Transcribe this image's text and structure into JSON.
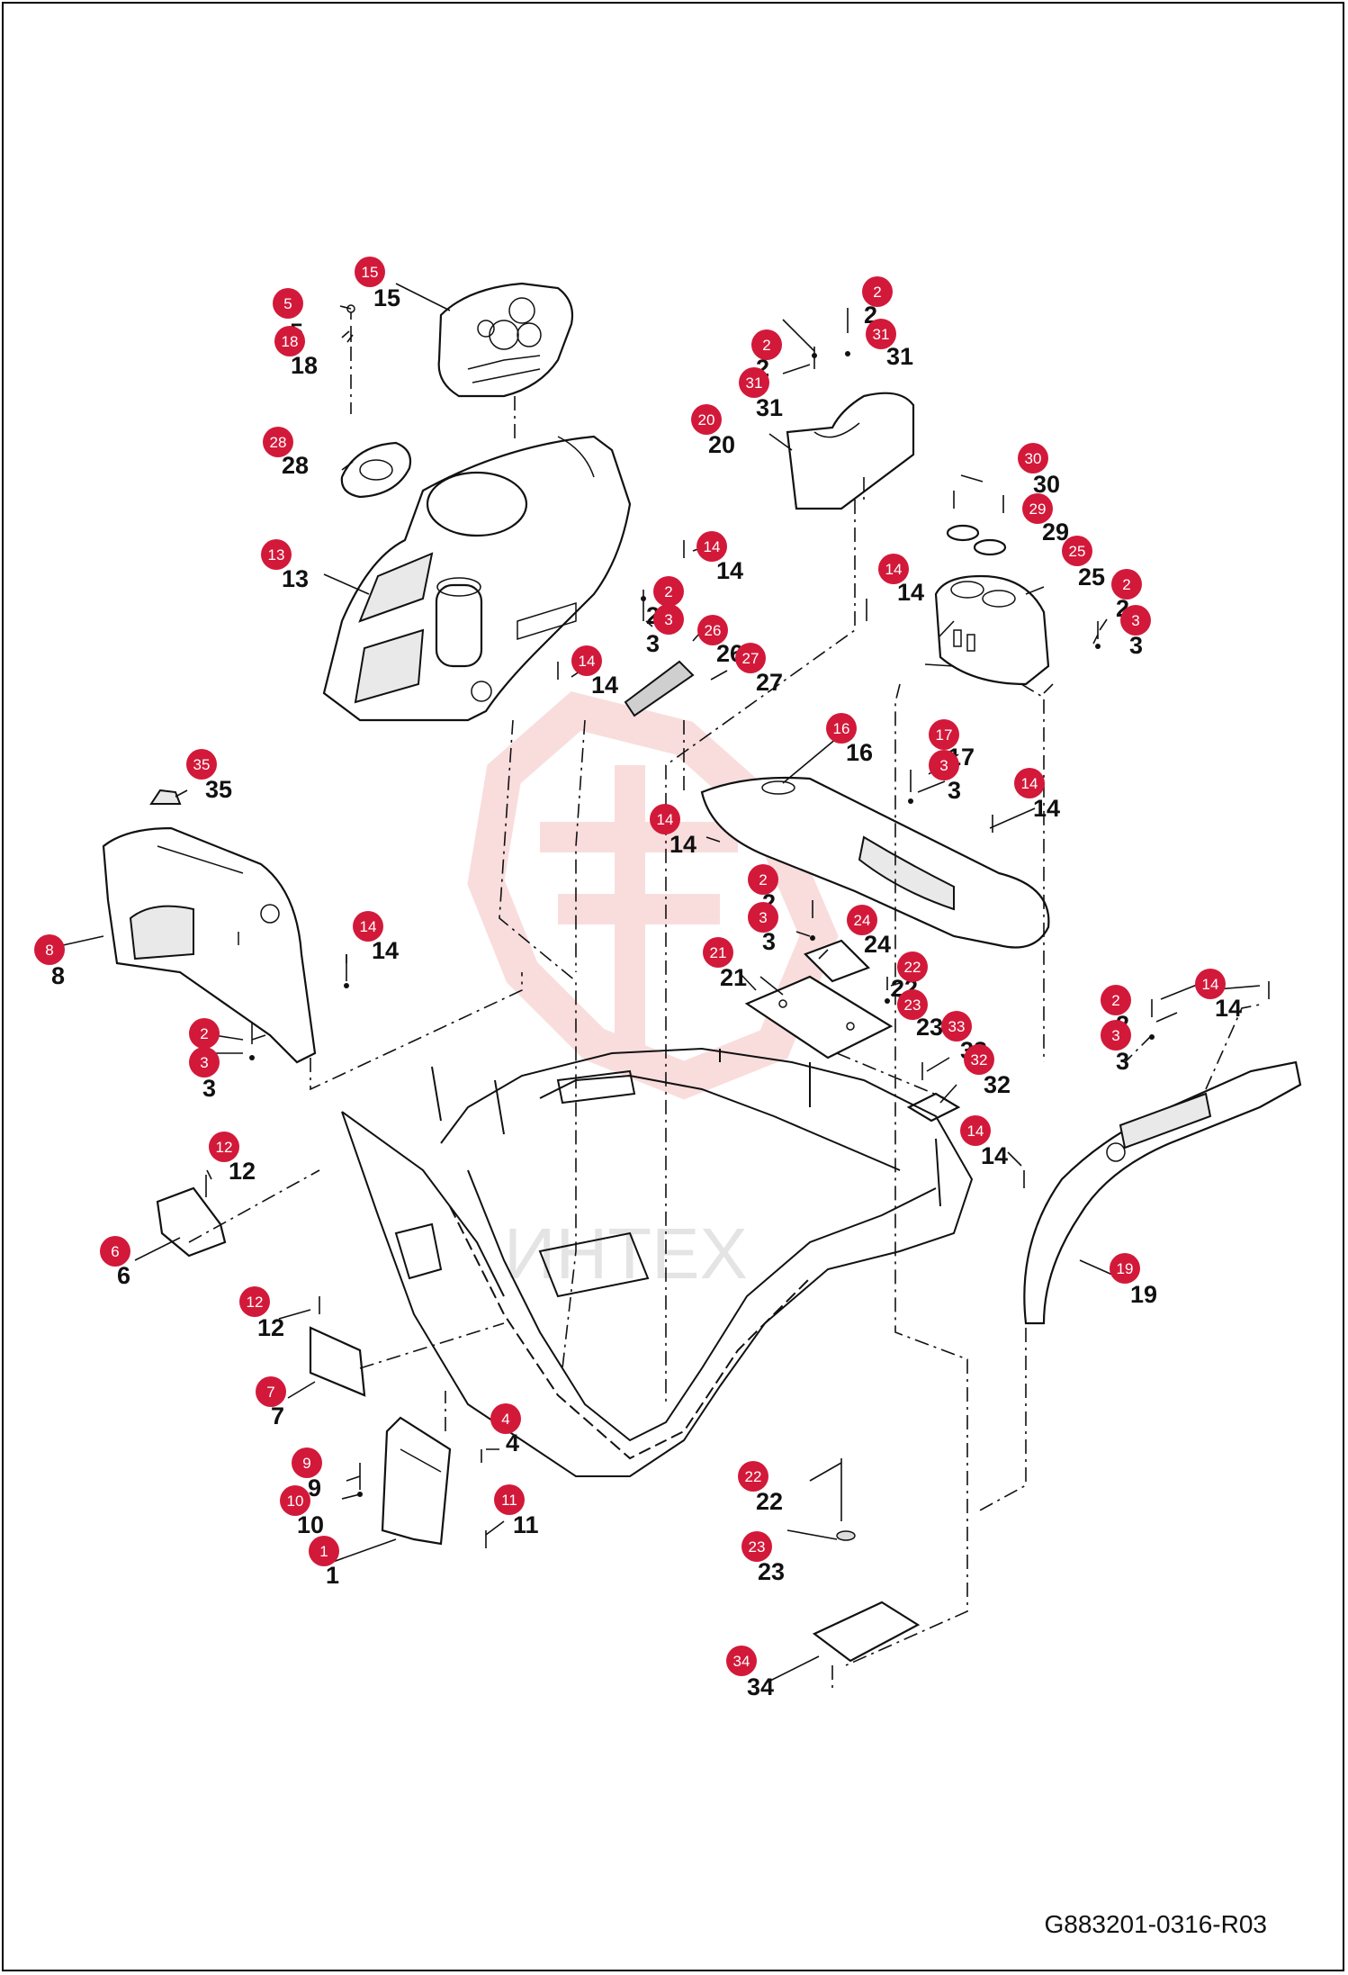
{
  "document": {
    "drawing_code": "G883201-0316-R03",
    "watermark_text": "ИНТЕХ"
  },
  "colors": {
    "badge": "#d2193a",
    "line": "#111111",
    "watermark": "#f0c8c8"
  },
  "callouts": [
    {
      "id": "c15",
      "badge": "15",
      "label": "15"
    },
    {
      "id": "c5",
      "badge": "5",
      "label": "5"
    },
    {
      "id": "c18",
      "badge": "18",
      "label": "18"
    },
    {
      "id": "c28",
      "badge": "28",
      "label": "28"
    },
    {
      "id": "c13",
      "badge": "13",
      "label": "13"
    },
    {
      "id": "c14a",
      "badge": "14",
      "label": "14"
    },
    {
      "id": "c2a",
      "badge": "2",
      "label": "2"
    },
    {
      "id": "c3a",
      "badge": "3",
      "label": "3"
    },
    {
      "id": "c26",
      "badge": "26",
      "label": "26"
    },
    {
      "id": "c27",
      "badge": "27",
      "label": "27"
    },
    {
      "id": "c14b",
      "badge": "14",
      "label": "14"
    },
    {
      "id": "c2b",
      "badge": "2",
      "label": "2"
    },
    {
      "id": "c31a",
      "badge": "31",
      "label": "31"
    },
    {
      "id": "c2c",
      "badge": "2",
      "label": "2"
    },
    {
      "id": "c31b",
      "badge": "31",
      "label": "31"
    },
    {
      "id": "c20",
      "badge": "20",
      "label": "20"
    },
    {
      "id": "c30",
      "badge": "30",
      "label": "30"
    },
    {
      "id": "c29",
      "badge": "29",
      "label": "29"
    },
    {
      "id": "c25",
      "badge": "25",
      "label": "25"
    },
    {
      "id": "c14c",
      "badge": "14",
      "label": "14"
    },
    {
      "id": "c2d",
      "badge": "2",
      "label": "2"
    },
    {
      "id": "c3b",
      "badge": "3",
      "label": "3"
    },
    {
      "id": "c35",
      "badge": "35",
      "label": "35"
    },
    {
      "id": "c8",
      "badge": "8",
      "label": "8"
    },
    {
      "id": "c14d",
      "badge": "14",
      "label": "14"
    },
    {
      "id": "c2e",
      "badge": "2",
      "label": "2"
    },
    {
      "id": "c3c",
      "badge": "3",
      "label": "3"
    },
    {
      "id": "c16",
      "badge": "16",
      "label": "16"
    },
    {
      "id": "c17",
      "badge": "17",
      "label": "17"
    },
    {
      "id": "c3d",
      "badge": "3",
      "label": "3"
    },
    {
      "id": "c14e",
      "badge": "14",
      "label": "14"
    },
    {
      "id": "c14f",
      "badge": "14",
      "label": "14"
    },
    {
      "id": "c2f",
      "badge": "2",
      "label": "2"
    },
    {
      "id": "c3e",
      "badge": "3",
      "label": "3"
    },
    {
      "id": "c24",
      "badge": "24",
      "label": "24"
    },
    {
      "id": "c21",
      "badge": "21",
      "label": "21"
    },
    {
      "id": "c22a",
      "badge": "22",
      "label": "22"
    },
    {
      "id": "c23a",
      "badge": "23",
      "label": "23"
    },
    {
      "id": "c33",
      "badge": "33",
      "label": "33"
    },
    {
      "id": "c32",
      "badge": "32",
      "label": "32"
    },
    {
      "id": "c14g",
      "badge": "14",
      "label": "14"
    },
    {
      "id": "c2g",
      "badge": "2",
      "label": "2"
    },
    {
      "id": "c3f",
      "badge": "3",
      "label": "3"
    },
    {
      "id": "c14h",
      "badge": "14",
      "label": "14"
    },
    {
      "id": "c19",
      "badge": "19",
      "label": "19"
    },
    {
      "id": "c12a",
      "badge": "12",
      "label": "12"
    },
    {
      "id": "c6",
      "badge": "6",
      "label": "6"
    },
    {
      "id": "c12b",
      "badge": "12",
      "label": "12"
    },
    {
      "id": "c7",
      "badge": "7",
      "label": "7"
    },
    {
      "id": "c4",
      "badge": "4",
      "label": "4"
    },
    {
      "id": "c9",
      "badge": "9",
      "label": "9"
    },
    {
      "id": "c10",
      "badge": "10",
      "label": "10"
    },
    {
      "id": "c11",
      "badge": "11",
      "label": "11"
    },
    {
      "id": "c1",
      "badge": "1",
      "label": "1"
    },
    {
      "id": "c22b",
      "badge": "22",
      "label": "22"
    },
    {
      "id": "c23b",
      "badge": "23",
      "label": "23"
    },
    {
      "id": "c34",
      "badge": "34",
      "label": "34"
    }
  ]
}
